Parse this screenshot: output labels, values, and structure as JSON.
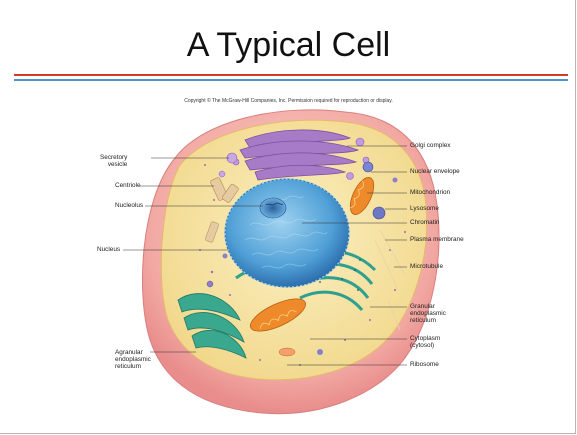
{
  "slide": {
    "title": "A Typical Cell",
    "copyright": "Copyright © The McGraw-Hill Companies, Inc. Permission required for reproduction or display."
  },
  "labels_left": {
    "secretory_vesicle_1": "Secretory",
    "secretory_vesicle_2": "vesicle",
    "centriole": "Centriole",
    "nucleolus": "Nucleolus",
    "nucleus": "Nucleus",
    "agranular_1": "Agranular",
    "agranular_2": "endoplasmic",
    "agranular_3": "reticulum"
  },
  "labels_right": {
    "golgi": "Golgi complex",
    "nuclear_envelope": "Nuclear envelope",
    "mitochondrion": "Mitochondrion",
    "lysosome": "Lysosome",
    "chromatin": "Chromatin",
    "plasma_membrane": "Plasma membrane",
    "microtubule": "Microtubule",
    "granular_1": "Granular",
    "granular_2": "endoplasmic",
    "granular_3": "reticulum",
    "cytoplasm_1": "Cytoplasm",
    "cytoplasm_2": "(cytosol)",
    "ribosome": "Ribosome"
  },
  "colors": {
    "title_rule_red": "#d23a2a",
    "title_rule_blue": "#4d94c9",
    "outer_membrane": "#ef9c9c",
    "cytoplasm": "#f7e3a0",
    "nucleus": "#4f9fd6",
    "golgi": "#a77bc6",
    "mitochondrion": "#ee8a2a",
    "er": "#2f9f90"
  }
}
